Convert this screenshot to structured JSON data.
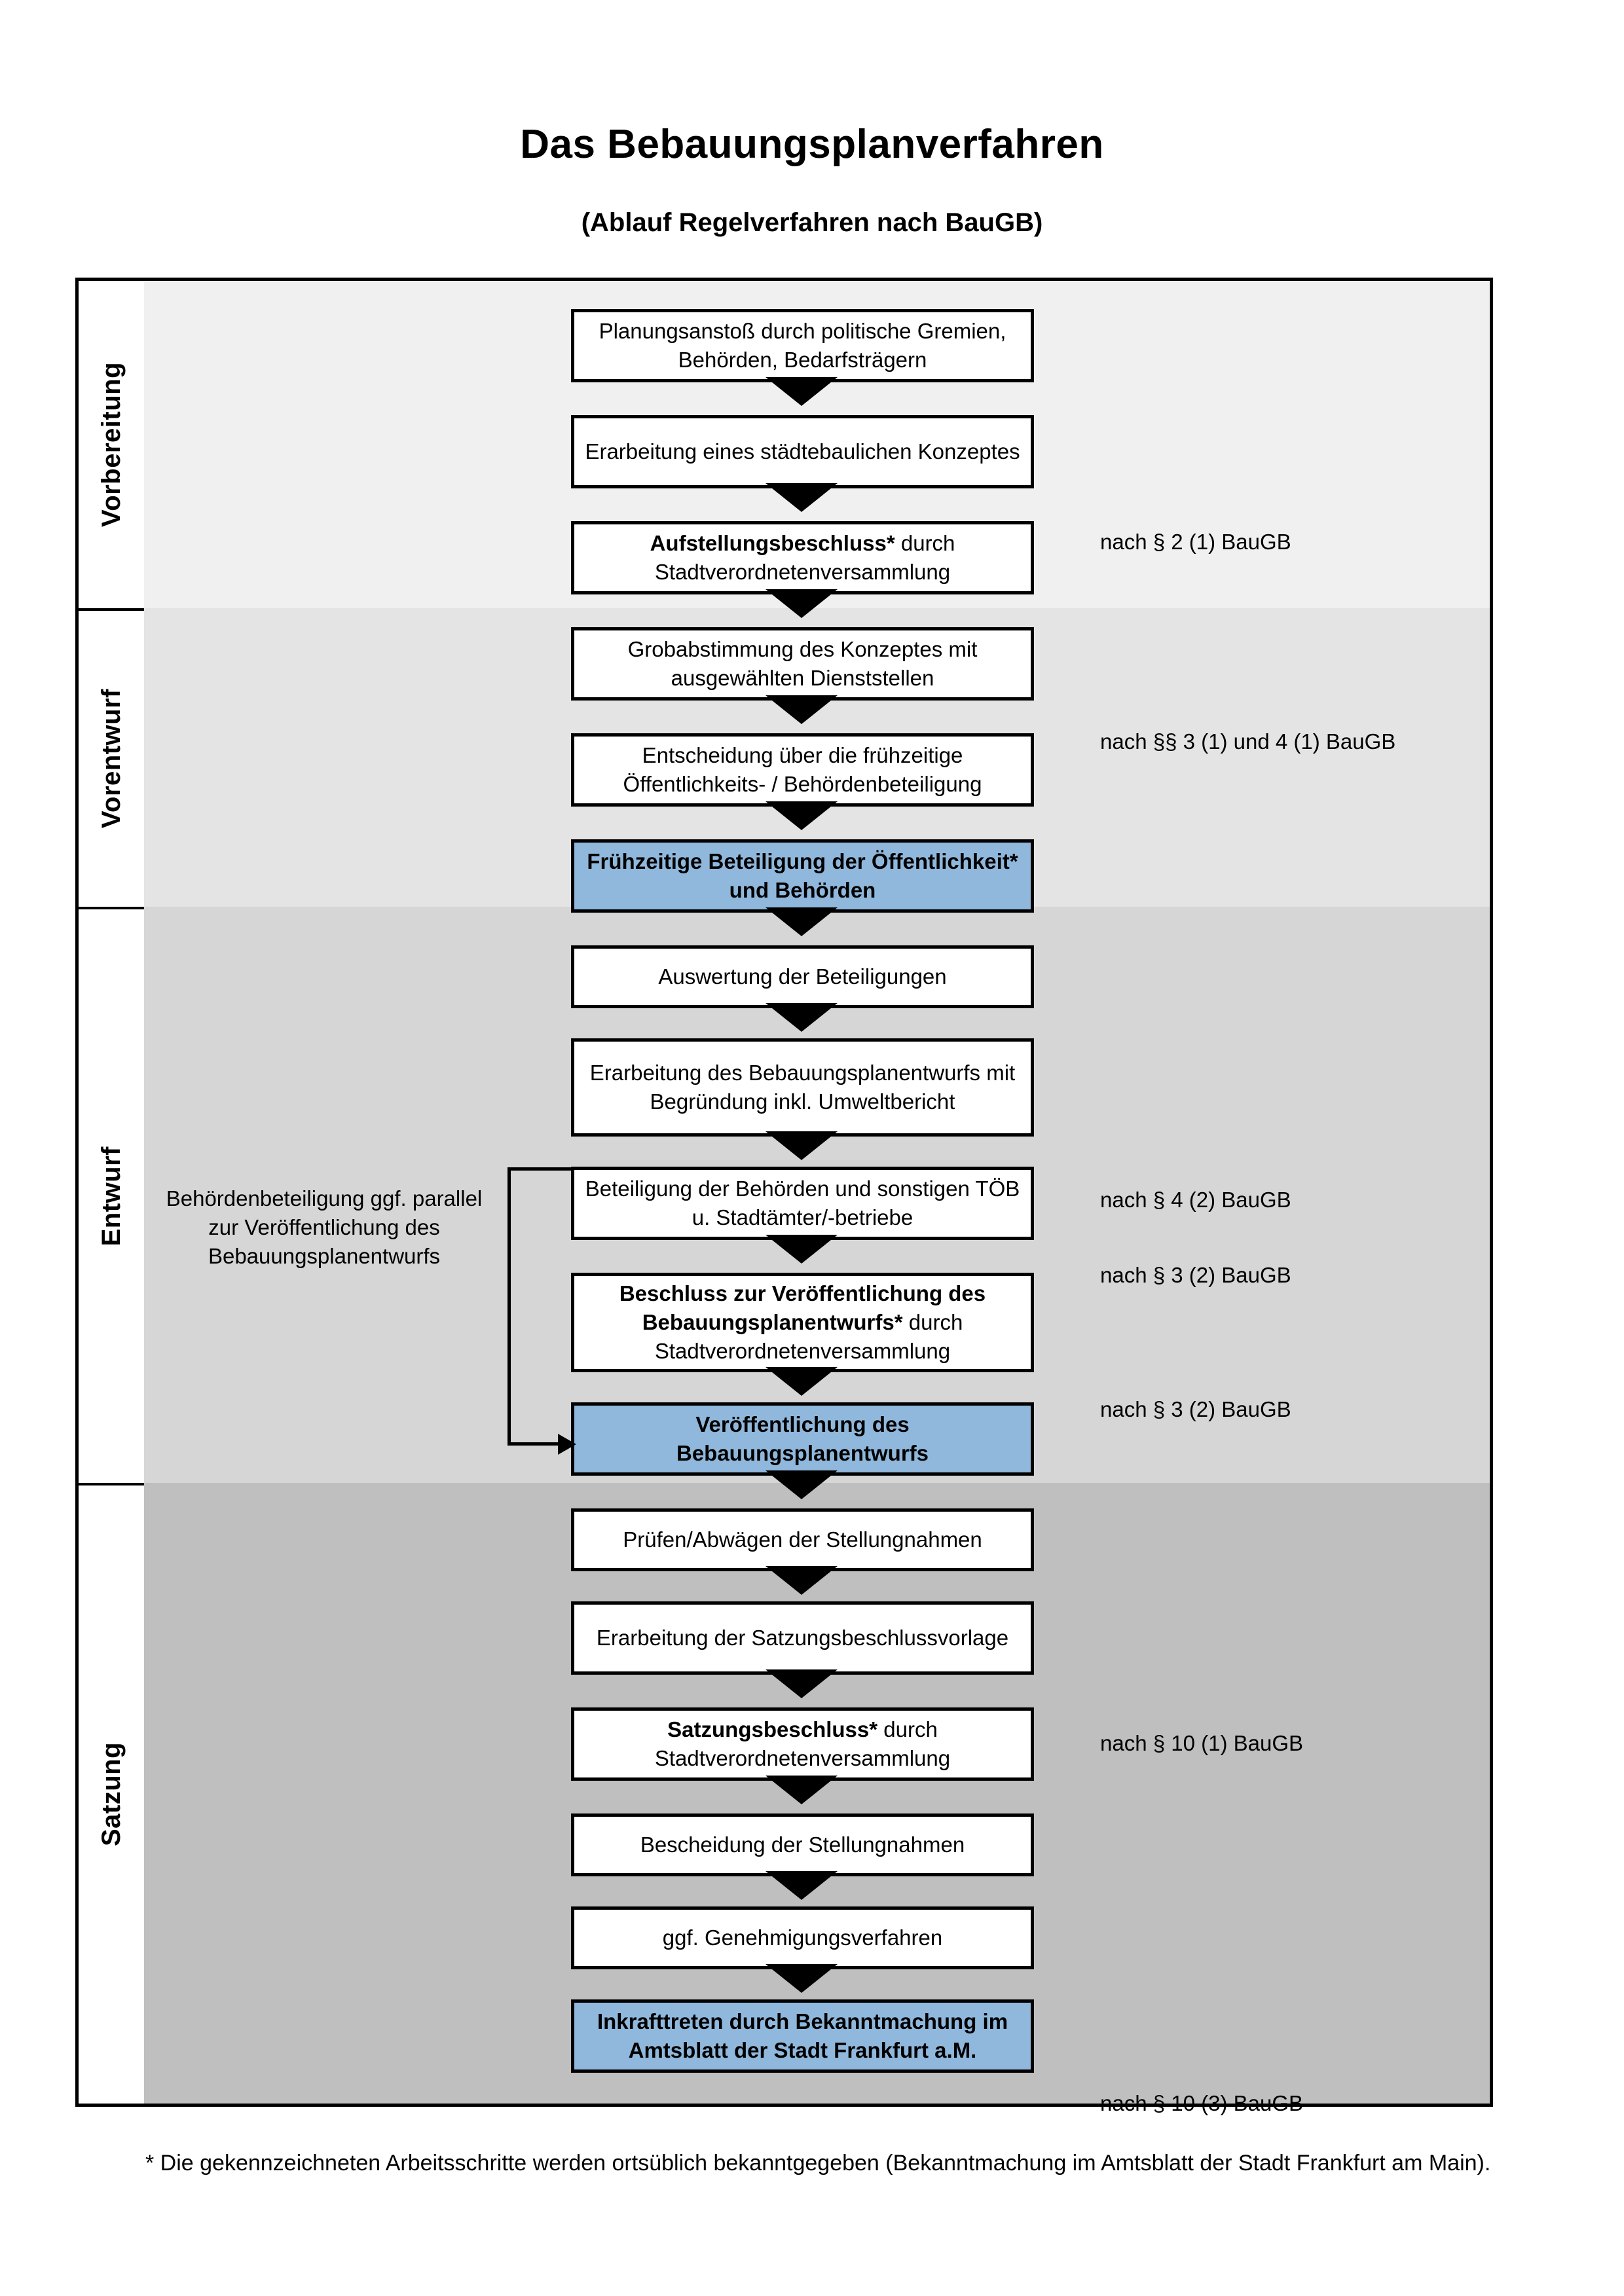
{
  "title": "Das Bebauungsplanverfahren",
  "subtitle": "(Ablauf Regelverfahren nach BauGB)",
  "phases": [
    {
      "label": "Vorbereitung"
    },
    {
      "label": "Vorentwurf"
    },
    {
      "label": "Entwurf"
    },
    {
      "label": "Satzung"
    }
  ],
  "steps": [
    {
      "text": "Planungsanstoß durch politische Gremien, Behörden, Bedarfsträgern",
      "highlight": false,
      "bold_prefix": ""
    },
    {
      "text": "Erarbeitung eines städtebaulichen Konzeptes",
      "highlight": false,
      "bold_prefix": ""
    },
    {
      "text": "Aufstellungsbeschluss* durch Stadtverordnetenversammlung",
      "highlight": false,
      "bold_prefix": "Aufstellungsbeschluss*"
    },
    {
      "text": "Grobabstimmung des Konzeptes mit ausgewählten Dienststellen",
      "highlight": false,
      "bold_prefix": ""
    },
    {
      "text": "Entscheidung über die frühzeitige Öffentlichkeits- / Behördenbeteiligung",
      "highlight": false,
      "bold_prefix": ""
    },
    {
      "text": "Frühzeitige Beteiligung der Öffentlichkeit* und Behörden",
      "highlight": true,
      "bold_prefix": ""
    },
    {
      "text": "Auswertung der Beteiligungen",
      "highlight": false,
      "bold_prefix": ""
    },
    {
      "text": "Erarbeitung des Bebauungsplanentwurfs mit Begründung inkl. Umweltbericht",
      "highlight": false,
      "bold_prefix": ""
    },
    {
      "text": "Beteiligung der Behörden und sonstigen TÖB u. Stadtämter/-betriebe",
      "highlight": false,
      "bold_prefix": ""
    },
    {
      "text": "Beschluss zur Veröffentlichung des Bebauungsplanentwurfs* durch Stadtverordnetenversammlung",
      "highlight": false,
      "bold_prefix": "Beschluss zur Veröffentlichung des Bebauungsplanentwurfs*"
    },
    {
      "text": "Veröffentlichung des Bebauungsplanentwurfs",
      "highlight": true,
      "bold_prefix": ""
    },
    {
      "text": "Prüfen/Abwägen der Stellungnahmen",
      "highlight": false,
      "bold_prefix": ""
    },
    {
      "text": "Erarbeitung der Satzungsbeschlussvorlage",
      "highlight": false,
      "bold_prefix": ""
    },
    {
      "text": "Satzungsbeschluss* durch Stadtverordnetenversammlung",
      "highlight": false,
      "bold_prefix": "Satzungsbeschluss*"
    },
    {
      "text": "Bescheidung der Stellungnahmen",
      "highlight": false,
      "bold_prefix": ""
    },
    {
      "text": "ggf. Genehmigungsverfahren",
      "highlight": false,
      "bold_prefix": ""
    },
    {
      "text": "Inkrafttreten durch Bekanntmachung im Amtsblatt der Stadt Frankfurt a.M.",
      "highlight": true,
      "bold_prefix": "Inkrafttreten"
    }
  ],
  "legal_notes": [
    {
      "text": "nach § 2 (1) BauGB"
    },
    {
      "text": "nach §§ 3 (1) und 4 (1) BauGB"
    },
    {
      "text": "nach § 4 (2) BauGB"
    },
    {
      "text": "nach § 3 (2) BauGB"
    },
    {
      "text": "nach § 3 (2) BauGB"
    },
    {
      "text": "nach § 10 (1) BauGB"
    },
    {
      "text": "nach § 10 (3) BauGB"
    }
  ],
  "side_annotation": "Behördenbeteiligung ggf. parallel zur Veröffentlichung des Bebauungsplanentwurfs",
  "footnote": "* Die gekennzeichneten Arbeitsschritte werden ortsüblich bekanntgegeben (Bekanntmachung im Amtsblatt  der Stadt Frankfurt am Main).",
  "colors": {
    "highlight_fill": "#90B8DD",
    "band_vorbereitung": "#F0F0F0",
    "band_vorentwurf": "#E4E4E4",
    "band_entwurf": "#D6D6D6",
    "band_satzung": "#BFBFBF",
    "border": "#000000"
  }
}
